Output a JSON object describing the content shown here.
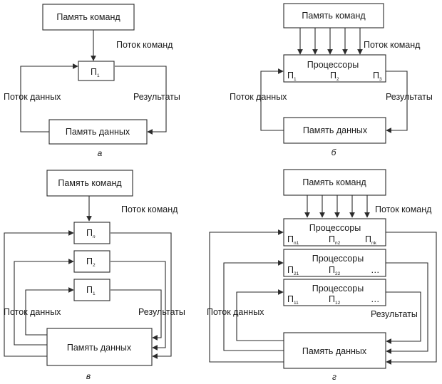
{
  "labels": {
    "instruction_memory": "Память команд",
    "instruction_stream": "Поток команд",
    "data_memory": "Память данных",
    "data_stream": "Поток данных",
    "results": "Результаты",
    "processors": "Процессоры",
    "processor": "П",
    "ellipsis": "…"
  },
  "subscripts": {
    "a": "1",
    "b": [
      "1",
      "2",
      "3"
    ],
    "v": [
      "n",
      "2",
      "1"
    ],
    "g_row1": [
      "n1",
      "n2",
      "nk"
    ],
    "g_row2": [
      "21",
      "22"
    ],
    "g_row3": [
      "11",
      "12"
    ]
  },
  "captions": {
    "a": "а",
    "b": "б",
    "v": "в",
    "g": "г"
  }
}
